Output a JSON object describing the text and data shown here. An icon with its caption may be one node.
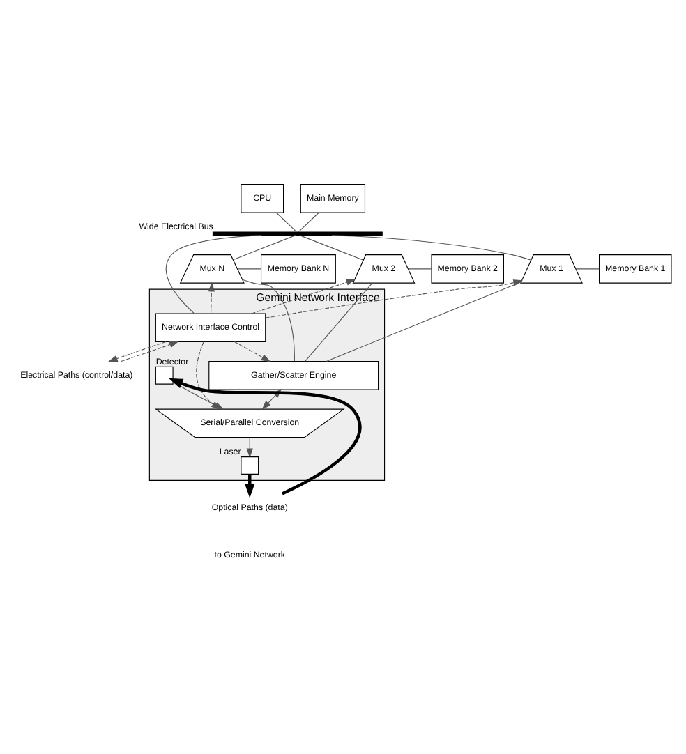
{
  "diagram": {
    "nodes": [
      {
        "text": [
          "CPU"
        ]
      },
      {
        "text": [
          "Main Memory"
        ]
      },
      {
        "text": [
          "Wide Electrical Bus"
        ]
      },
      {
        "text": [
          "Mux 1"
        ]
      },
      {
        "text": [
          "Memory Bank 1"
        ]
      },
      {
        "text": [
          "Mux 2"
        ]
      },
      {
        "text": [
          "Memory Bank 2"
        ]
      },
      {
        "text": [
          "Mux N"
        ]
      },
      {
        "text": [
          "Memory Bank N"
        ]
      },
      {
        "text": [
          "Gemini Network Interface"
        ]
      },
      {
        "text": [
          "Network Interface Control"
        ],
        "in": 9
      },
      {
        "text": [
          "Gather/Scatter Engine"
        ],
        "in": 9
      },
      {
        "text": [
          "Serial/Parallel Conversion"
        ],
        "in": 9
      },
      {
        "text": [],
        "shape": "box",
        "beside": [
          "Detector"
        ],
        "in": 9
      },
      {
        "text": [],
        "shape": "box",
        "beside": [
          "Laser"
        ],
        "in": 9
      },
      {
        "text": [
          "Optical Paths (data)"
        ]
      },
      {
        "text": [
          "Electrical Paths (control/data)"
        ]
      }
    ],
    "edges": [
      {
        "from": 0,
        "to": 2,
        "arrow": "none"
      },
      {
        "from": 1,
        "to": 2,
        "arrow": "none"
      },
      {
        "from": 2,
        "to": 10,
        "arrow": "none"
      },
      {
        "from": 2,
        "to": 3,
        "arrow": "none"
      },
      {
        "from": 2,
        "to": 5,
        "arrow": "none"
      },
      {
        "from": 2,
        "to": 7,
        "arrow": "none"
      },
      {
        "from": 3,
        "to": 4,
        "arrow": "none"
      },
      {
        "from": 5,
        "to": 6,
        "arrow": "none"
      },
      {
        "from": 7,
        "to": 8,
        "arrow": "none"
      },
      {
        "from": 3,
        "to": 11,
        "arrow": "none"
      },
      {
        "from": 5,
        "to": 11,
        "arrow": "none"
      },
      {
        "from": 7,
        "to": 11,
        "arrow": "none"
      },
      {
        "from": 10,
        "to": 3,
        "arrow": "to",
        "style": "dashed"
      },
      {
        "from": 10,
        "to": 5,
        "arrow": "to",
        "style": "dashed"
      },
      {
        "from": 10,
        "to": 7,
        "arrow": "to",
        "style": "dashed"
      },
      {
        "from": 10,
        "to": 11,
        "arrow": "to",
        "style": "dashed"
      },
      {
        "from": 10,
        "to": 12,
        "arrow": "to",
        "style": "dashed"
      },
      {
        "from": 11,
        "to": 12,
        "arrow": "both"
      },
      {
        "from": 13,
        "to": 12,
        "arrow": "to"
      },
      {
        "from": 12,
        "to": 14,
        "arrow": "to"
      },
      {
        "from": 14,
        "to": 15,
        "arrow": "to",
        "style": "thick"
      },
      {
        "from": 15,
        "to": 13,
        "arrow": "to",
        "style": "thick"
      },
      {
        "from": 10,
        "to": 16,
        "arrow": "to",
        "style": "dashed"
      },
      {
        "from": 16,
        "to": 10,
        "arrow": "to",
        "style": "dashed"
      }
    ],
    "labels": [
      "to Gemini Network"
    ]
  }
}
